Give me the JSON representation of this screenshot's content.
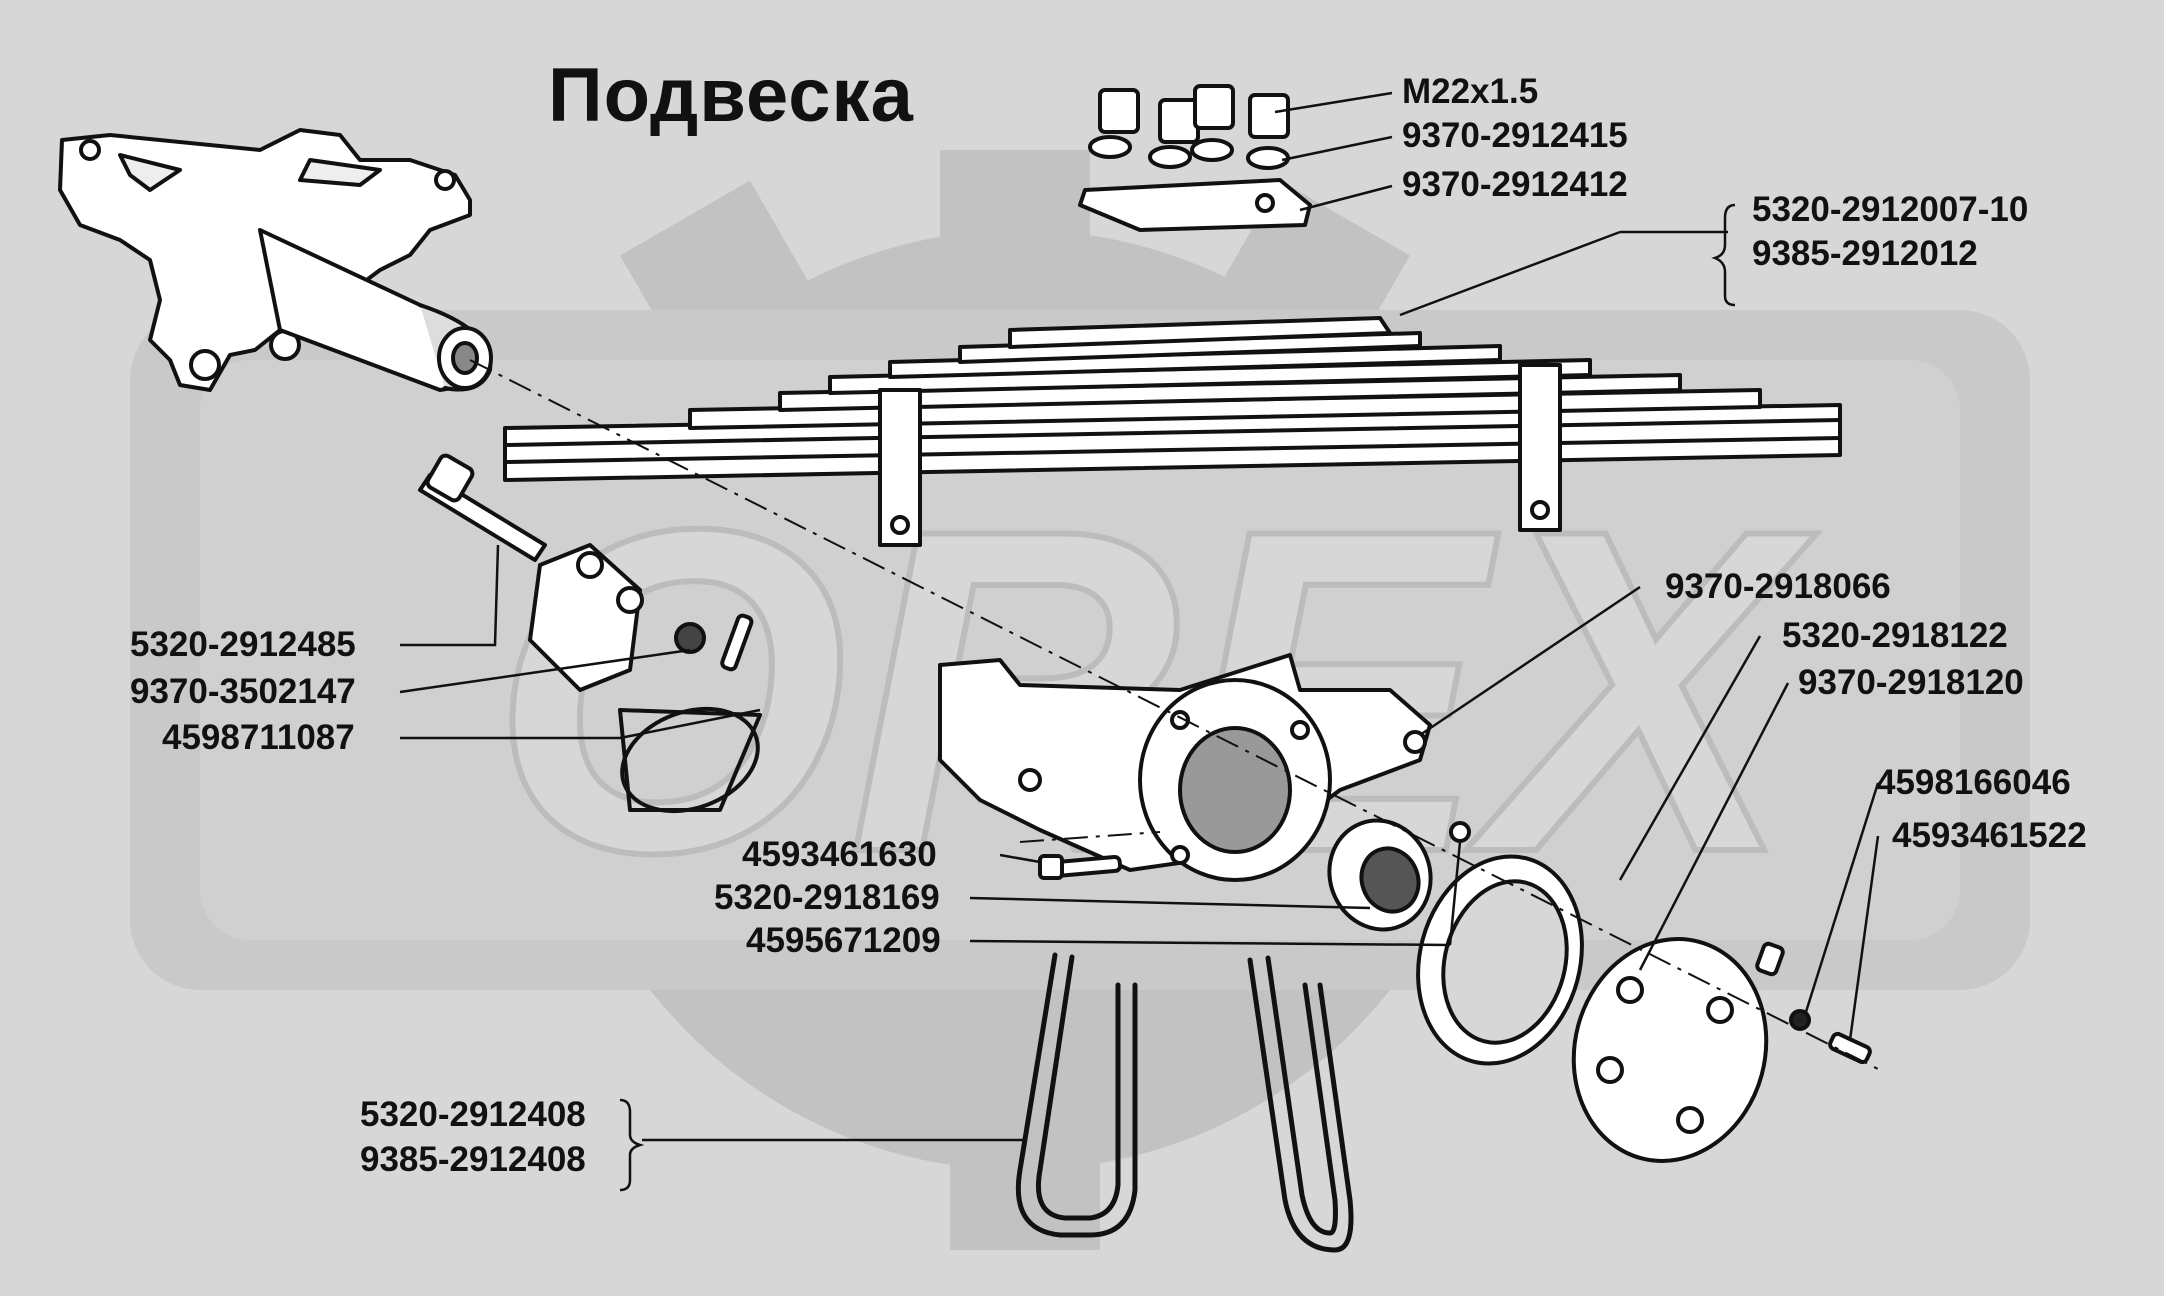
{
  "title": "Подвеска",
  "watermark": {
    "text": "OREX",
    "color": "#bcbcbc"
  },
  "colors": {
    "background": "#d7d7d7",
    "ink": "#111111",
    "parts_fill": "#ffffff"
  },
  "labels": {
    "m22": "M22x1.5",
    "p9370_2912415": "9370-2912415",
    "p9370_2912412": "9370-2912412",
    "p5320_2912007": "5320-2912007-10",
    "p9385_2912012": "9385-2912012",
    "p9370_2918066": "9370-2918066",
    "p5320_2918122": "5320-2918122",
    "p9370_2918120": "9370-2918120",
    "p4598166046": "4598166046",
    "p4593461522": "4593461522",
    "p5320_2912485": "5320-2912485",
    "p9370_3502147": "9370-3502147",
    "p4598711087": "4598711087",
    "p4593461630": "4593461630",
    "p5320_2918169": "5320-2918169",
    "p4595671209": "4595671209",
    "p5320_2912408": "5320-2912408",
    "p9385_2912408": "9385-2912408"
  }
}
